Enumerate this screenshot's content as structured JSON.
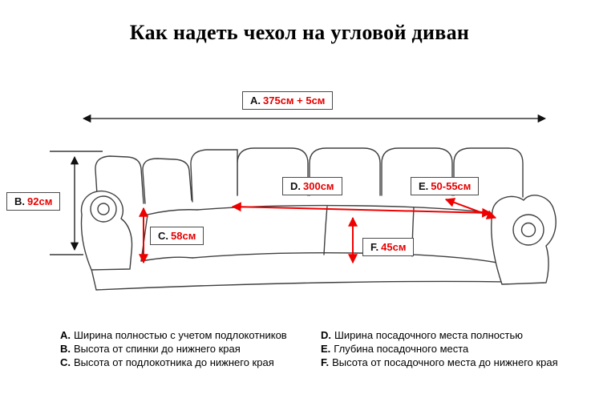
{
  "title": "Как надеть чехол на угловой диван",
  "measurements": {
    "A": {
      "letter": "A.",
      "value": "375см + 5см"
    },
    "B": {
      "letter": "B.",
      "value": "92см"
    },
    "C": {
      "letter": "C.",
      "value": "58см"
    },
    "D": {
      "letter": "D.",
      "value": "300см"
    },
    "E": {
      "letter": "E.",
      "value": "50-55см"
    },
    "F": {
      "letter": "F.",
      "value": "45см"
    }
  },
  "legend": {
    "left": [
      {
        "letter": "A.",
        "text": "Ширина полностью с учетом подлокотников"
      },
      {
        "letter": "B.",
        "text": "Высота от спинки до нижнего края"
      },
      {
        "letter": "C.",
        "text": "Высота от подлокотника до нижнего края"
      }
    ],
    "right": [
      {
        "letter": "D.",
        "text": "Ширина посадочного места полностью"
      },
      {
        "letter": "E.",
        "text": "Глубина посадочного места"
      },
      {
        "letter": "F.",
        "text": "Высота от посадочного места до нижнего края"
      }
    ]
  },
  "colors": {
    "measurement_value_red": "#e60000",
    "arrow_red": "#ee0000",
    "arrow_black": "#111111",
    "sofa_outline": "#3f3f3f"
  }
}
